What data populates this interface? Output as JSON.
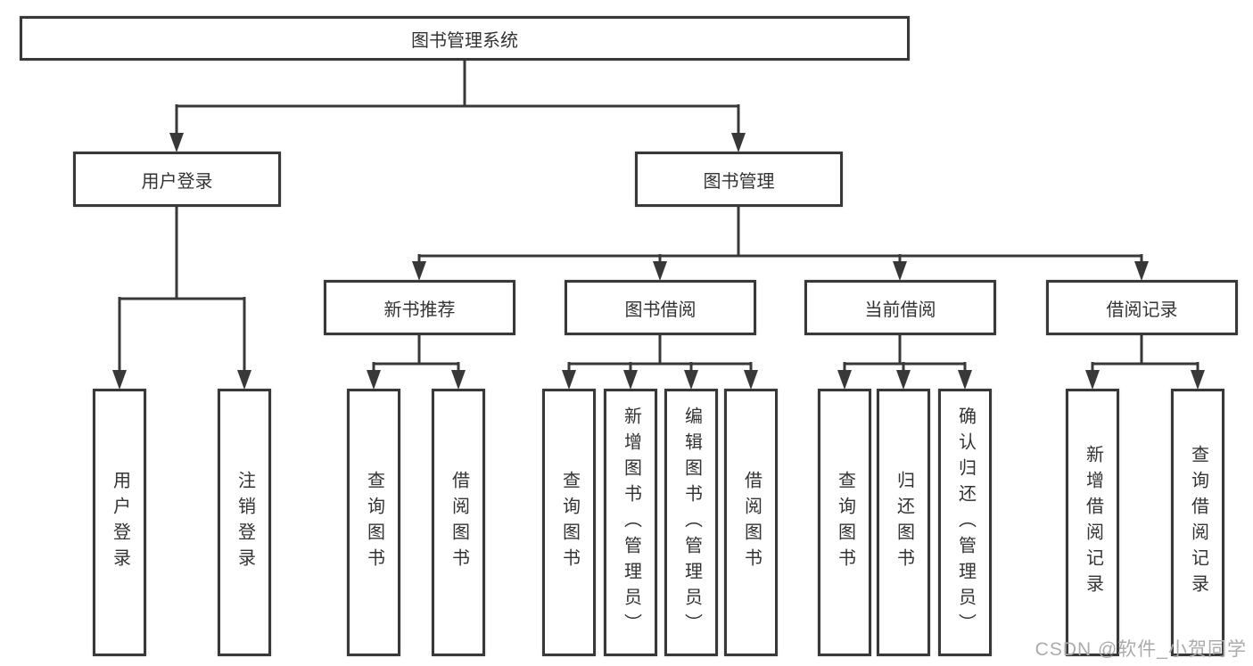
{
  "tree": {
    "label": "图书管理系统",
    "children": [
      {
        "label": "用户登录",
        "children": [
          {
            "label": "用户登录"
          },
          {
            "label": "注销登录"
          }
        ]
      },
      {
        "label": "图书管理",
        "children": [
          {
            "label": "新书推荐",
            "children": [
              {
                "label": "查询图书"
              },
              {
                "label": "借阅图书"
              }
            ]
          },
          {
            "label": "图书借阅",
            "children": [
              {
                "label": "查询图书"
              },
              {
                "label": "新增图书（管理员）"
              },
              {
                "label": "编辑图书（管理员）"
              },
              {
                "label": "借阅图书"
              }
            ]
          },
          {
            "label": "当前借阅",
            "children": [
              {
                "label": "查询图书"
              },
              {
                "label": "归还图书"
              },
              {
                "label": "确认归还（管理员）"
              }
            ]
          },
          {
            "label": "借阅记录",
            "children": [
              {
                "label": "新增借阅记录"
              },
              {
                "label": "查询借阅记录"
              }
            ]
          }
        ]
      }
    ]
  },
  "colors": {
    "line": "#383838",
    "text": "#333333",
    "watermark": "#ababab",
    "background": "#ffffff"
  },
  "watermark": "CSDN @软件_小贺同学"
}
